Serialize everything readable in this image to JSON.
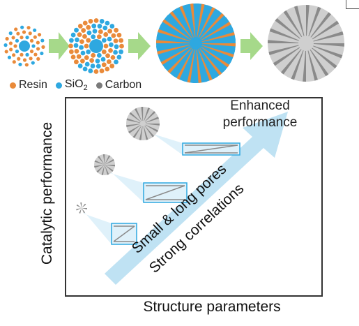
{
  "legend": {
    "resin": {
      "label": "Resin",
      "color": "#e98a3a"
    },
    "sio2": {
      "label": "SiO",
      "sub": "2",
      "color": "#2ea8e0"
    },
    "carbon": {
      "label": "Carbon",
      "color": "#7a7a7a"
    }
  },
  "axes": {
    "y_label": "Catalytic performance",
    "x_label": "Structure parameters"
  },
  "arrow": {
    "line1": "Small & long pores",
    "line2": "Strong correlations"
  },
  "enhanced": {
    "line1": "Enhanced",
    "line2": "performance"
  },
  "colors": {
    "green_arrow": "#a6d98a",
    "light_blue": "#bfe2f3",
    "pore_gray": "#8a8a8a",
    "sphere_gray": "#cfcfcf"
  }
}
